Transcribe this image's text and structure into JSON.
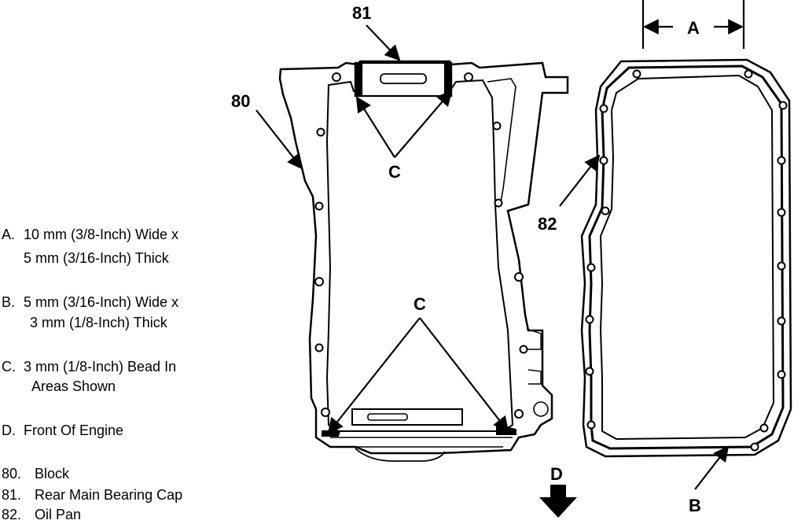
{
  "labels": {
    "block_ref": "80",
    "cap_ref": "81",
    "pan_ref": "82",
    "width_ref": "A",
    "bead_ref_b": "B",
    "bead_ref_c_top": "C",
    "bead_ref_c_bottom": "C",
    "front_ref": "D"
  },
  "legend": {
    "a_key": "A.",
    "a_line1": "10 mm (3/8-Inch) Wide x",
    "a_line2": "5 mm (3/16-Inch) Thick",
    "b_key": "B.",
    "b_line1": "5 mm (3/16-Inch) Wide x",
    "b_line2": "3 mm (1/8-Inch) Thick",
    "c_key": "C.",
    "c_line1": "3 mm (1/8-Inch) Bead In",
    "c_line2": "Areas Shown",
    "d_key": "D.",
    "d_line1": "Front Of Engine",
    "n80_key": "80.",
    "n80_text": "Block",
    "n81_key": "81.",
    "n81_text": "Rear Main Bearing Cap",
    "n82_key": "82.",
    "n82_text": "Oil Pan"
  }
}
